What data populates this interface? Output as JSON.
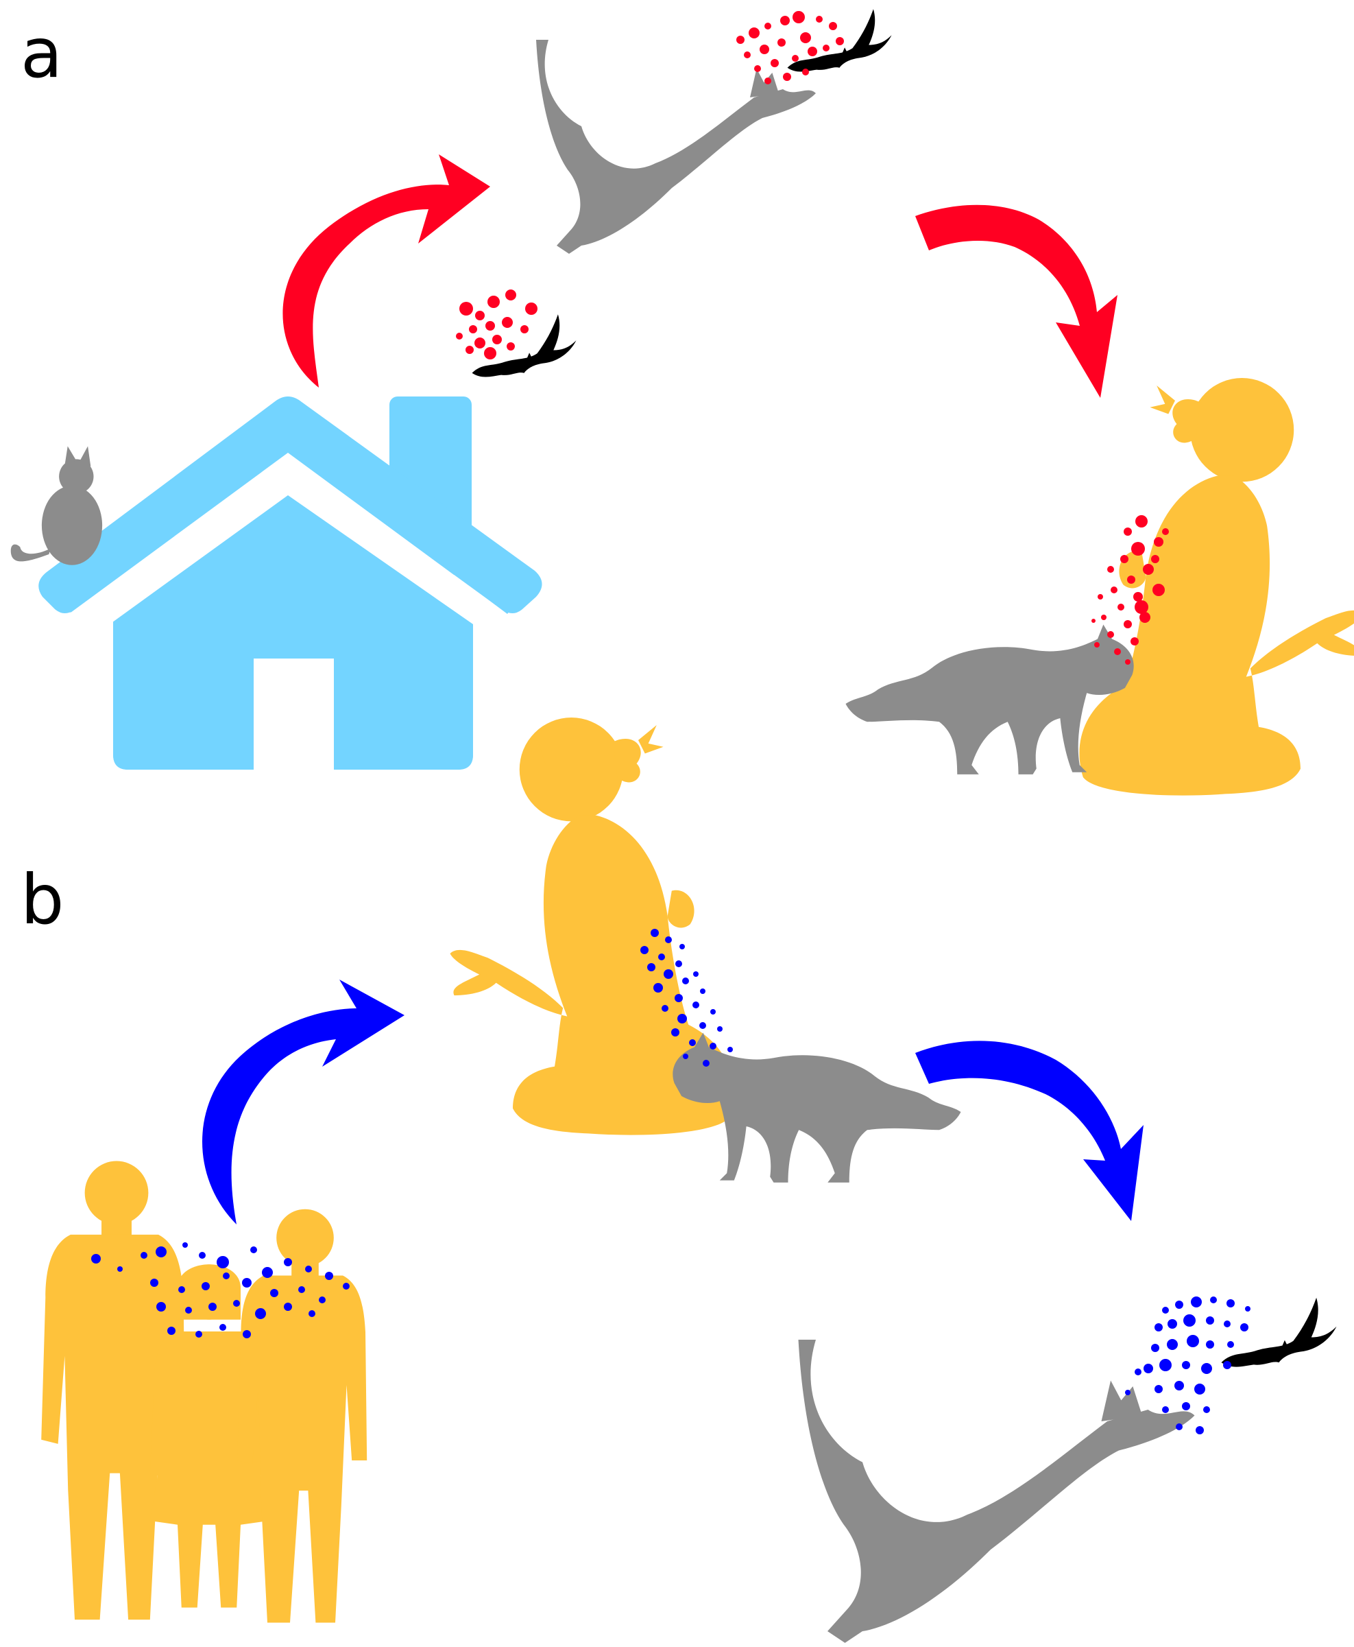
{
  "panels": [
    {
      "label": "a",
      "arrow_color": "#ff0022",
      "particle_color": "#ff0022",
      "sequence": [
        "house",
        "cat-hunting-bat",
        "girl-with-cat"
      ]
    },
    {
      "label": "b",
      "arrow_color": "#0000ff",
      "particle_color": "#0000ff",
      "sequence": [
        "group-of-people",
        "girl-with-cat",
        "cat-hunting-bat"
      ]
    }
  ],
  "colors": {
    "house": "#73d4ff",
    "cat": "#8c8c8c",
    "person": "#fec23b",
    "bat": "#000000"
  }
}
